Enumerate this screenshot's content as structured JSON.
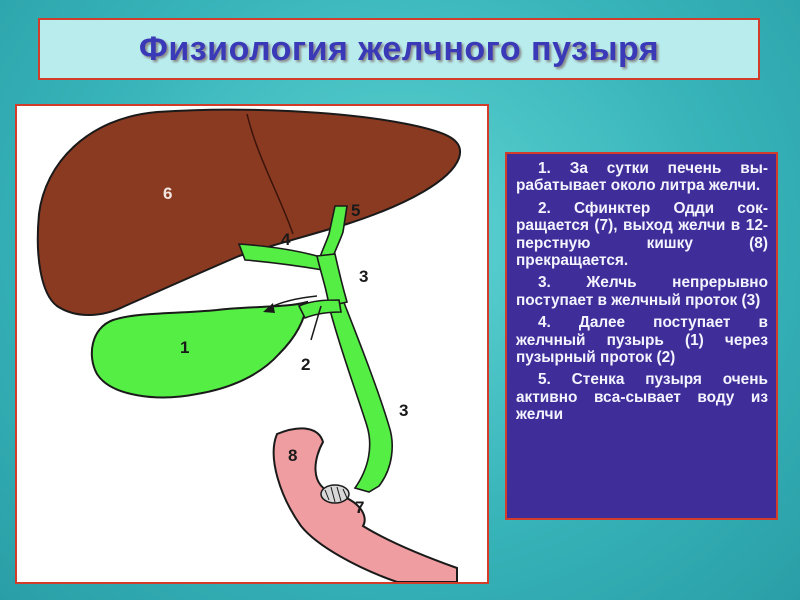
{
  "title": "Физиология желчного пузыря",
  "diagram": {
    "labels": {
      "l1": "1",
      "l2": "2",
      "l3a": "3",
      "l3b": "3",
      "l4": "4",
      "l5": "5",
      "l6": "6",
      "l7": "7",
      "l8": "8"
    },
    "colors": {
      "liver": "#8b3a22",
      "gallbladder": "#55ee44",
      "duodenum": "#ef9da0",
      "outline": "#1a1a1a"
    }
  },
  "text_panel": {
    "paragraphs": [
      "1. За сутки печень вы-рабатывает около литра желчи.",
      "2. Сфинктер Одди сок-ращается (7), выход желчи в 12-перстную кишку (8) прекращается.",
      "3. Желчь непрерывно поступает в желчный проток (3)",
      "4. Далее поступает в желчный пузырь (1) через пузырный проток (2)",
      "5. Стенка пузыря очень активно вса-сывает воду из желчи"
    ],
    "colors": {
      "background": "#3f2d9a",
      "text": "#f4f4ff",
      "border": "#d23c2a"
    }
  }
}
